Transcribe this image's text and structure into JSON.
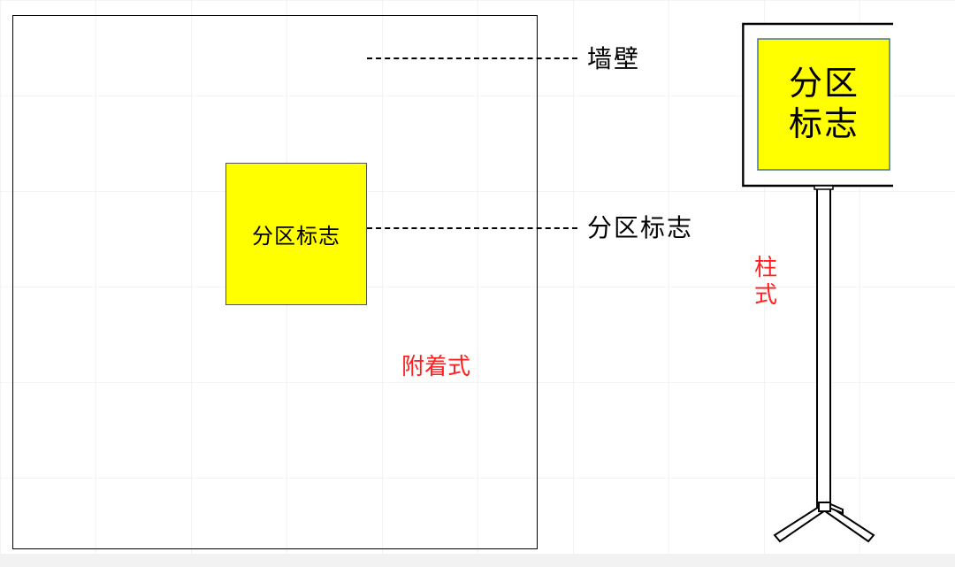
{
  "wall_mounted": {
    "sign_text": "分区标志",
    "callout_wall": "墙壁",
    "callout_sign": "分区标志",
    "type_label": "附着式"
  },
  "post_mounted": {
    "sign_line1": "分区",
    "sign_line2": "标志",
    "type_label_line1": "柱",
    "type_label_line2": "式"
  },
  "colors": {
    "sign_fill": "#ffff00",
    "label_red": "#ff2020",
    "outline": "#000000"
  }
}
